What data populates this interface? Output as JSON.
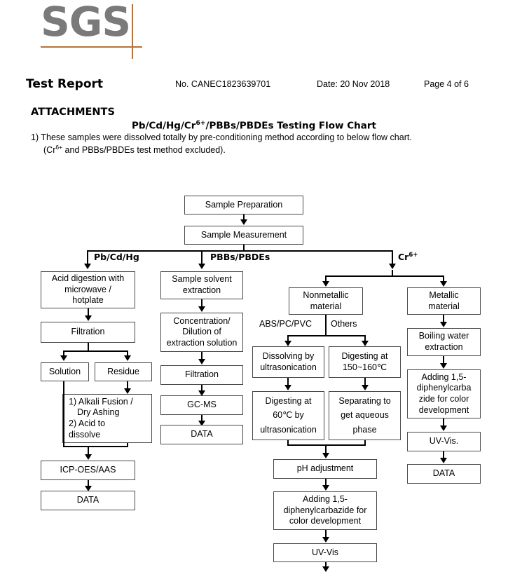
{
  "logo": {
    "text": "SGS",
    "rule_color": "#b5723a",
    "text_color": "#7a7a7a"
  },
  "header": {
    "title": "Test Report",
    "report_no": "No. CANEC1823639701",
    "date": "Date: 20 Nov 2018",
    "page": "Page 4 of 6"
  },
  "attachments": {
    "heading": "ATTACHMENTS",
    "chart_title_prefix": "Pb/Cd/Hg/Cr",
    "chart_title_sup": "6+",
    "chart_title_suffix": "/PBBs/PBDEs Testing Flow Chart",
    "note1": "1)  These samples were dissolved totally by pre-conditioning method according to below flow chart.",
    "note2_prefix": "(Cr",
    "note2_sup": "6+",
    "note2_suffix": " and PBBs/PBDEs test method excluded)."
  },
  "flow": {
    "top": {
      "sample_preparation": "Sample Preparation",
      "sample_measurement": "Sample Measurement"
    },
    "branch_labels": {
      "pb_cd_hg": "Pb/Cd/Hg",
      "pbbs_pbdes": "PBBs/PBDEs",
      "cr6_prefix": "Cr",
      "cr6_sup": "6+"
    },
    "pb_branch": [
      "Acid digestion with microwave / hotplate",
      "Filtration",
      "Solution",
      "Residue",
      "1) Alkali Fusion / Dry Ashing\n2) Acid to dissolve",
      "ICP-OES/AAS",
      "DATA"
    ],
    "pb_nodes": {
      "acid_digestion_l1": "Acid digestion with",
      "acid_digestion_l2": "microwave /",
      "acid_digestion_l3": "hotplate",
      "filtration": "Filtration",
      "solution": "Solution",
      "residue": "Residue",
      "alkali_l1": "1) Alkali Fusion /",
      "alkali_l2": "Dry Ashing",
      "alkali_l3": "2) Acid to",
      "alkali_l4": "dissolve",
      "icp": "ICP-OES/AAS",
      "data": "DATA"
    },
    "pbbs_nodes": {
      "solvent_l1": "Sample solvent",
      "solvent_l2": "extraction",
      "conc_l1": "Concentration/",
      "conc_l2": "Dilution of",
      "conc_l3": "extraction solution",
      "filtration": "Filtration",
      "gcms": "GC-MS",
      "data": "DATA"
    },
    "cr_nodes": {
      "nonmetallic_l1": "Nonmetallic",
      "nonmetallic_l2": "material",
      "route_abs": "ABS/PC/PVC",
      "route_others": "Others",
      "dissolving_l1": "Dissolving by",
      "dissolving_l2": "ultrasonication",
      "digest150_l1": "Digesting at",
      "digest150_l2": "150~160℃",
      "digest60_l1": "Digesting at",
      "digest60_l2": "60℃ by",
      "digest60_l3": "ultrasonication",
      "separating_l1": "Separating to",
      "separating_l2": "get aqueous",
      "separating_l3": "phase",
      "ph_adjustment": "pH adjustment",
      "adding_l1": "Adding 1,5-",
      "adding_l2": "diphenylcarbazide for",
      "adding_l3": "color development",
      "uvvis": "UV-Vis",
      "metallic_l1": "Metallic",
      "metallic_l2": "material",
      "boiling_l1": "Boiling water",
      "boiling_l2": "extraction",
      "adding2_l1": "Adding 1,5-",
      "adding2_l2": "diphenylcarba",
      "adding2_l3": "zide for color",
      "adding2_l4": "development",
      "uvvis2": "UV-Vis.",
      "data2": "DATA"
    }
  }
}
